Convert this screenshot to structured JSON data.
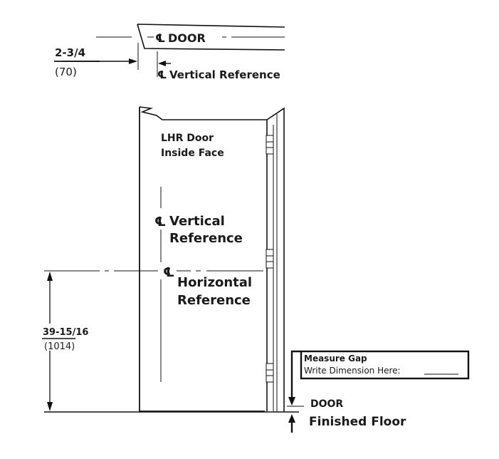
{
  "top_view": {
    "cl_door": "DOOR",
    "offset_fraction": "2-3/4",
    "offset_mm": "(70)",
    "cl_vertical_reference": "Vertical Reference"
  },
  "elevation": {
    "door_face_line1": "LHR Door",
    "door_face_line2": "Inside Face",
    "vertical_ref_line1": "Vertical",
    "vertical_ref_line2": "Reference",
    "horizontal_ref_line1": "Horizontal",
    "horizontal_ref_line2": "Reference",
    "height_fraction": "39-15/16",
    "height_mm": "(1014)"
  },
  "gap_callout": {
    "title": "Measure Gap",
    "instruction": "Write Dimension Here:",
    "door_label": "DOOR",
    "floor_label": "Finished Floor"
  },
  "symbols": {
    "centerline": "℄"
  }
}
